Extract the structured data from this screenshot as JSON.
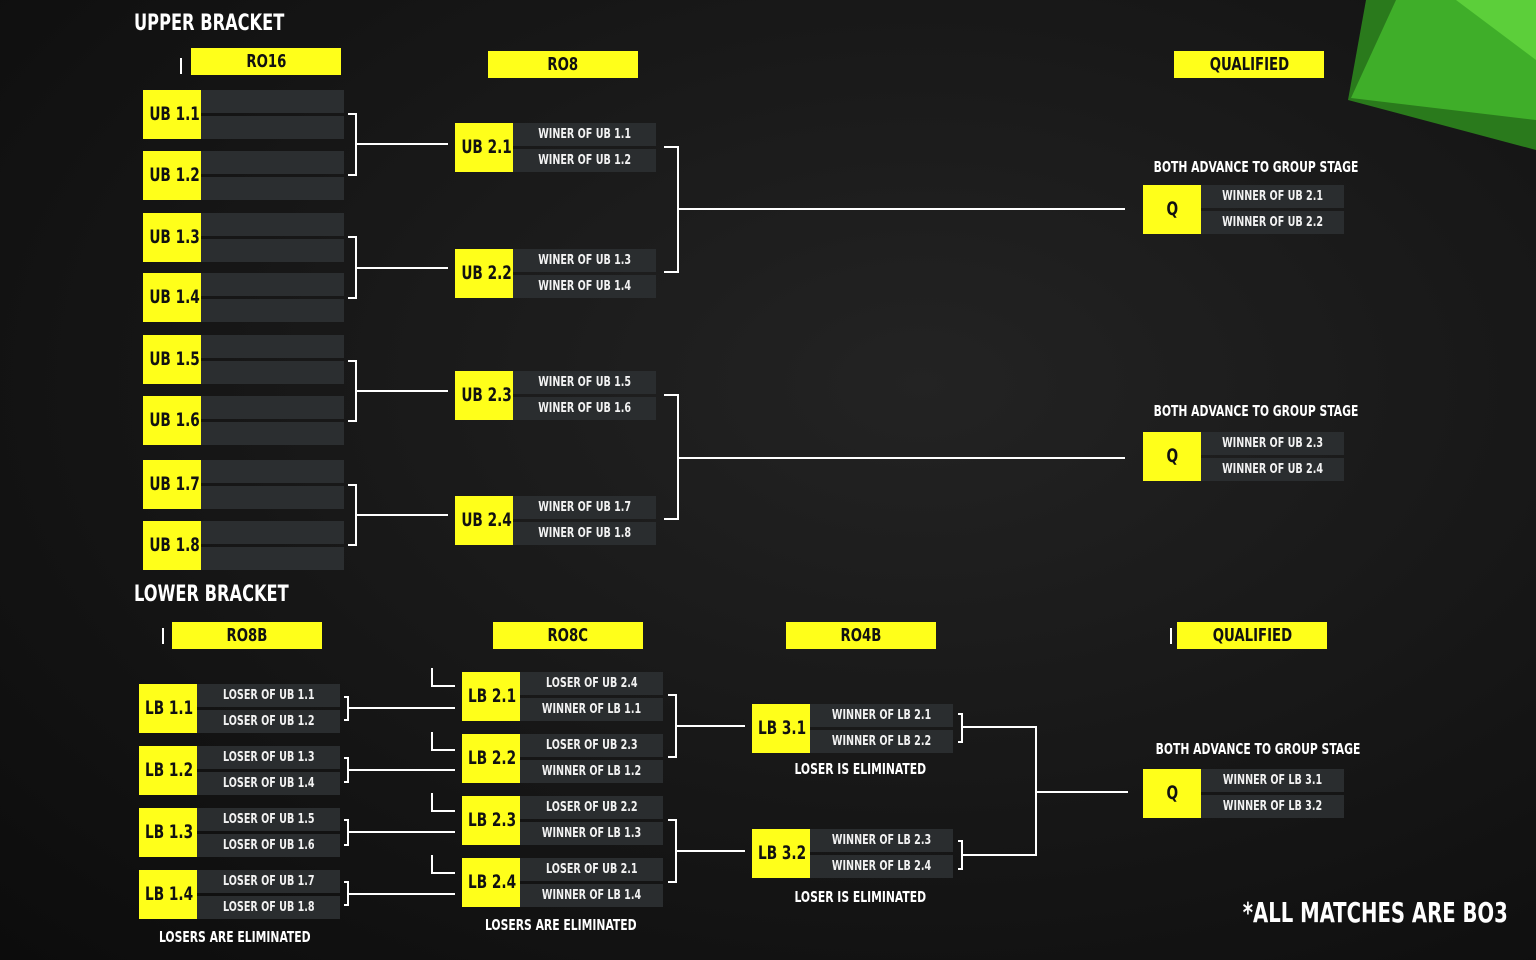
{
  "upper": {
    "title": "UPPER BRACKET",
    "headers": {
      "r16": "RO16",
      "r8": "RO8",
      "qualified": "QUALIFIED"
    },
    "r16": [
      {
        "id": "UB 1.1"
      },
      {
        "id": "UB 1.2"
      },
      {
        "id": "UB 1.3"
      },
      {
        "id": "UB 1.4"
      },
      {
        "id": "UB 1.5"
      },
      {
        "id": "UB 1.6"
      },
      {
        "id": "UB 1.7"
      },
      {
        "id": "UB 1.8"
      }
    ],
    "r8": [
      {
        "id": "UB 2.1",
        "top": "WINER OF UB 1.1",
        "bottom": "WINER OF UB 1.2"
      },
      {
        "id": "UB 2.2",
        "top": "WINER OF UB 1.3",
        "bottom": "WINER OF UB 1.4"
      },
      {
        "id": "UB 2.3",
        "top": "WINER OF UB 1.5",
        "bottom": "WINER OF UB 1.6"
      },
      {
        "id": "UB 2.4",
        "top": "WINER OF UB 1.7",
        "bottom": "WINER OF UB 1.8"
      }
    ],
    "qualified": [
      {
        "caption": "BOTH ADVANCE TO GROUP STAGE",
        "id": "Q",
        "top": "WINNER OF UB 2.1",
        "bottom": "WINNER OF UB 2.2"
      },
      {
        "caption": "BOTH ADVANCE TO GROUP STAGE",
        "id": "Q",
        "top": "WINNER OF UB 2.3",
        "bottom": "WINNER OF UB 2.4"
      }
    ]
  },
  "lower": {
    "title": "LOWER BRACKET",
    "headers": {
      "r8b": "RO8B",
      "r8c": "RO8C",
      "r4b": "RO4B",
      "qualified": "QUALIFIED"
    },
    "r8b": [
      {
        "id": "LB 1.1",
        "top": "LOSER OF UB 1.1",
        "bottom": "LOSER OF UB 1.2"
      },
      {
        "id": "LB 1.2",
        "top": "LOSER OF UB 1.3",
        "bottom": "LOSER OF UB 1.4"
      },
      {
        "id": "LB 1.3",
        "top": "LOSER OF UB 1.5",
        "bottom": "LOSER OF UB 1.6"
      },
      {
        "id": "LB 1.4",
        "top": "LOSER OF UB 1.7",
        "bottom": "LOSER OF UB 1.8"
      }
    ],
    "r8b_caption": "LOSERS ARE ELIMINATED",
    "r8c": [
      {
        "id": "LB 2.1",
        "top": "LOSER OF UB 2.4",
        "bottom": "WINNER OF LB 1.1"
      },
      {
        "id": "LB 2.2",
        "top": "LOSER OF UB 2.3",
        "bottom": "WINNER OF LB 1.2"
      },
      {
        "id": "LB 2.3",
        "top": "LOSER OF UB 2.2",
        "bottom": "WINNER OF LB 1.3"
      },
      {
        "id": "LB 2.4",
        "top": "LOSER OF UB 2.1",
        "bottom": "WINNER OF LB 1.4"
      }
    ],
    "r8c_caption": "LOSERS ARE ELIMINATED",
    "r4b": [
      {
        "id": "LB 3.1",
        "top": "WINNER OF LB 2.1",
        "bottom": "WINNER OF LB 2.2",
        "caption": "LOSER IS ELIMINATED"
      },
      {
        "id": "LB 3.2",
        "top": "WINNER OF LB 2.3",
        "bottom": "WINNER OF LB 2.4",
        "caption": "LOSER IS ELIMINATED"
      }
    ],
    "qualified": {
      "caption": "BOTH ADVANCE TO GROUP STAGE",
      "id": "Q",
      "top": "WINNER OF LB 3.1",
      "bottom": "WINNER OF LB 3.2"
    }
  },
  "footnote": "*ALL MATCHES ARE BO3",
  "colors": {
    "accent": "#ffff1a",
    "slot": "#2a2d2f",
    "line": "#ffffff",
    "green": "#3fae29"
  }
}
